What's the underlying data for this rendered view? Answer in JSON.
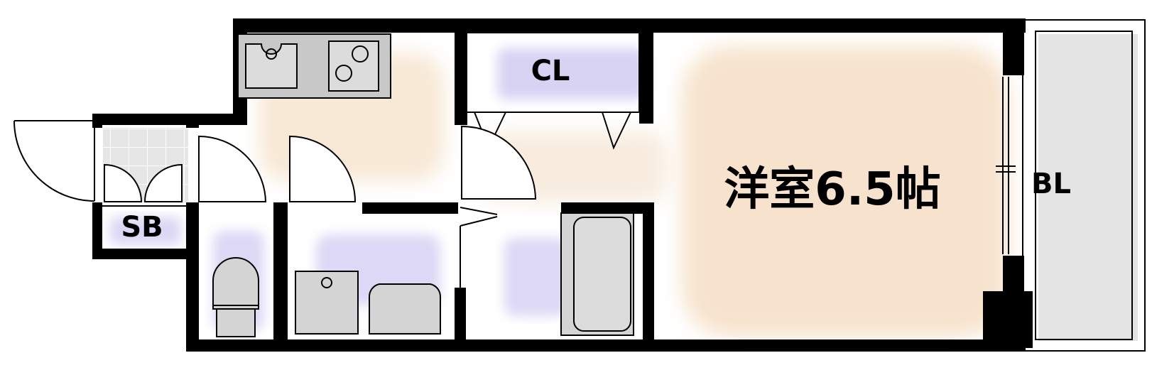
{
  "labels": {
    "closet": "CL",
    "shoe_box": "SB",
    "balcony": "BL",
    "western_room": "洋室6.5帖"
  }
}
